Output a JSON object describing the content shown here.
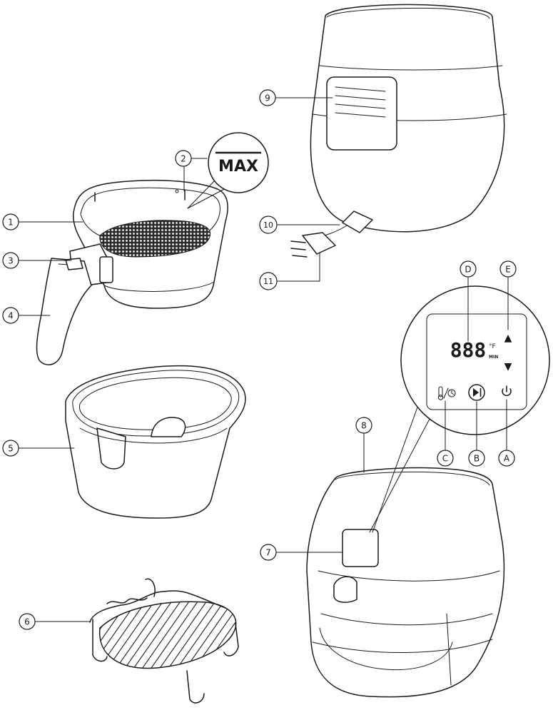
{
  "callouts": {
    "c1": "1",
    "c2": "2",
    "c3": "3",
    "c4": "4",
    "c5": "5",
    "c6": "6",
    "c7": "7",
    "c8": "8",
    "c9": "9",
    "c10": "10",
    "c11": "11"
  },
  "panel_callouts": {
    "A": "A",
    "B": "B",
    "C": "C",
    "D": "D",
    "E": "E"
  },
  "max_label": "MAX",
  "display": {
    "digits": "888",
    "unit_temp": "°F",
    "unit_time": "MIN",
    "up_arrow": "▲",
    "down_arrow": "▼"
  },
  "icons": {
    "power": "power-icon",
    "play_pause": "play-pause-icon",
    "temp_timer": "thermometer-timer-icon"
  }
}
